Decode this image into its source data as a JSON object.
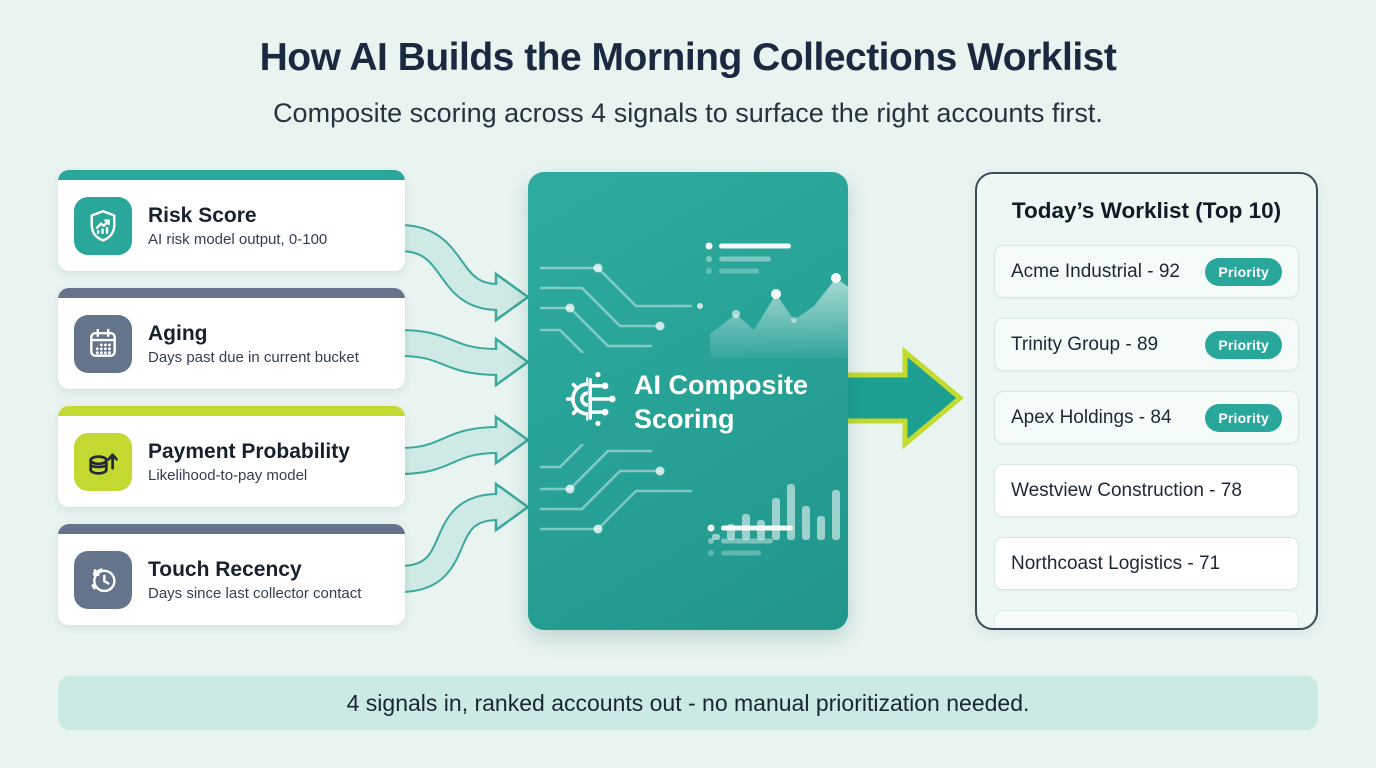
{
  "page": {
    "title": "How AI Builds the Morning Collections Worklist",
    "subtitle": "Composite scoring across 4 signals to surface the right accounts first.",
    "footer": "4 signals in, ranked accounts out - no manual prioritization needed."
  },
  "signals": [
    {
      "title": "Risk Score",
      "description": "AI risk model output, 0-100",
      "accent": "#2aa79b",
      "icon": "shield-trend-icon"
    },
    {
      "title": "Aging",
      "description": "Days past due in current bucket",
      "accent": "#64748b",
      "icon": "calendar-icon"
    },
    {
      "title": "Payment Probability",
      "description": "Likelihood-to-pay model",
      "accent": "#c3d831",
      "icon": "coins-up-arrow-icon"
    },
    {
      "title": "Touch Recency",
      "description": "Days since last collector contact",
      "accent": "#64748b",
      "icon": "clock-history-icon"
    }
  ],
  "engine": {
    "label": "AI Composite Scoring",
    "icon": "gear-circuit-icon",
    "color": "#27a195"
  },
  "worklist": {
    "title": "Today’s Worklist (Top 10)",
    "badge_color": "#2aa79b",
    "items": [
      {
        "label": "Acme Industrial - 92",
        "badge": "Priority"
      },
      {
        "label": "Trinity Group - 89",
        "badge": "Priority"
      },
      {
        "label": "Apex Holdings - 84",
        "badge": "Priority"
      },
      {
        "label": "Westview Construction - 78",
        "badge": null
      },
      {
        "label": "Northcoast Logistics - 71",
        "badge": null
      }
    ]
  },
  "colors": {
    "background": "#e9f4f1",
    "teal": "#2aa79b",
    "slate": "#64748b",
    "lime": "#c3d831",
    "arrow_fill": "#cfe9e4",
    "arrow_outline": "#3aa89c",
    "panel_border": "#3a4a57",
    "banner_bg": "#cbeae4"
  }
}
